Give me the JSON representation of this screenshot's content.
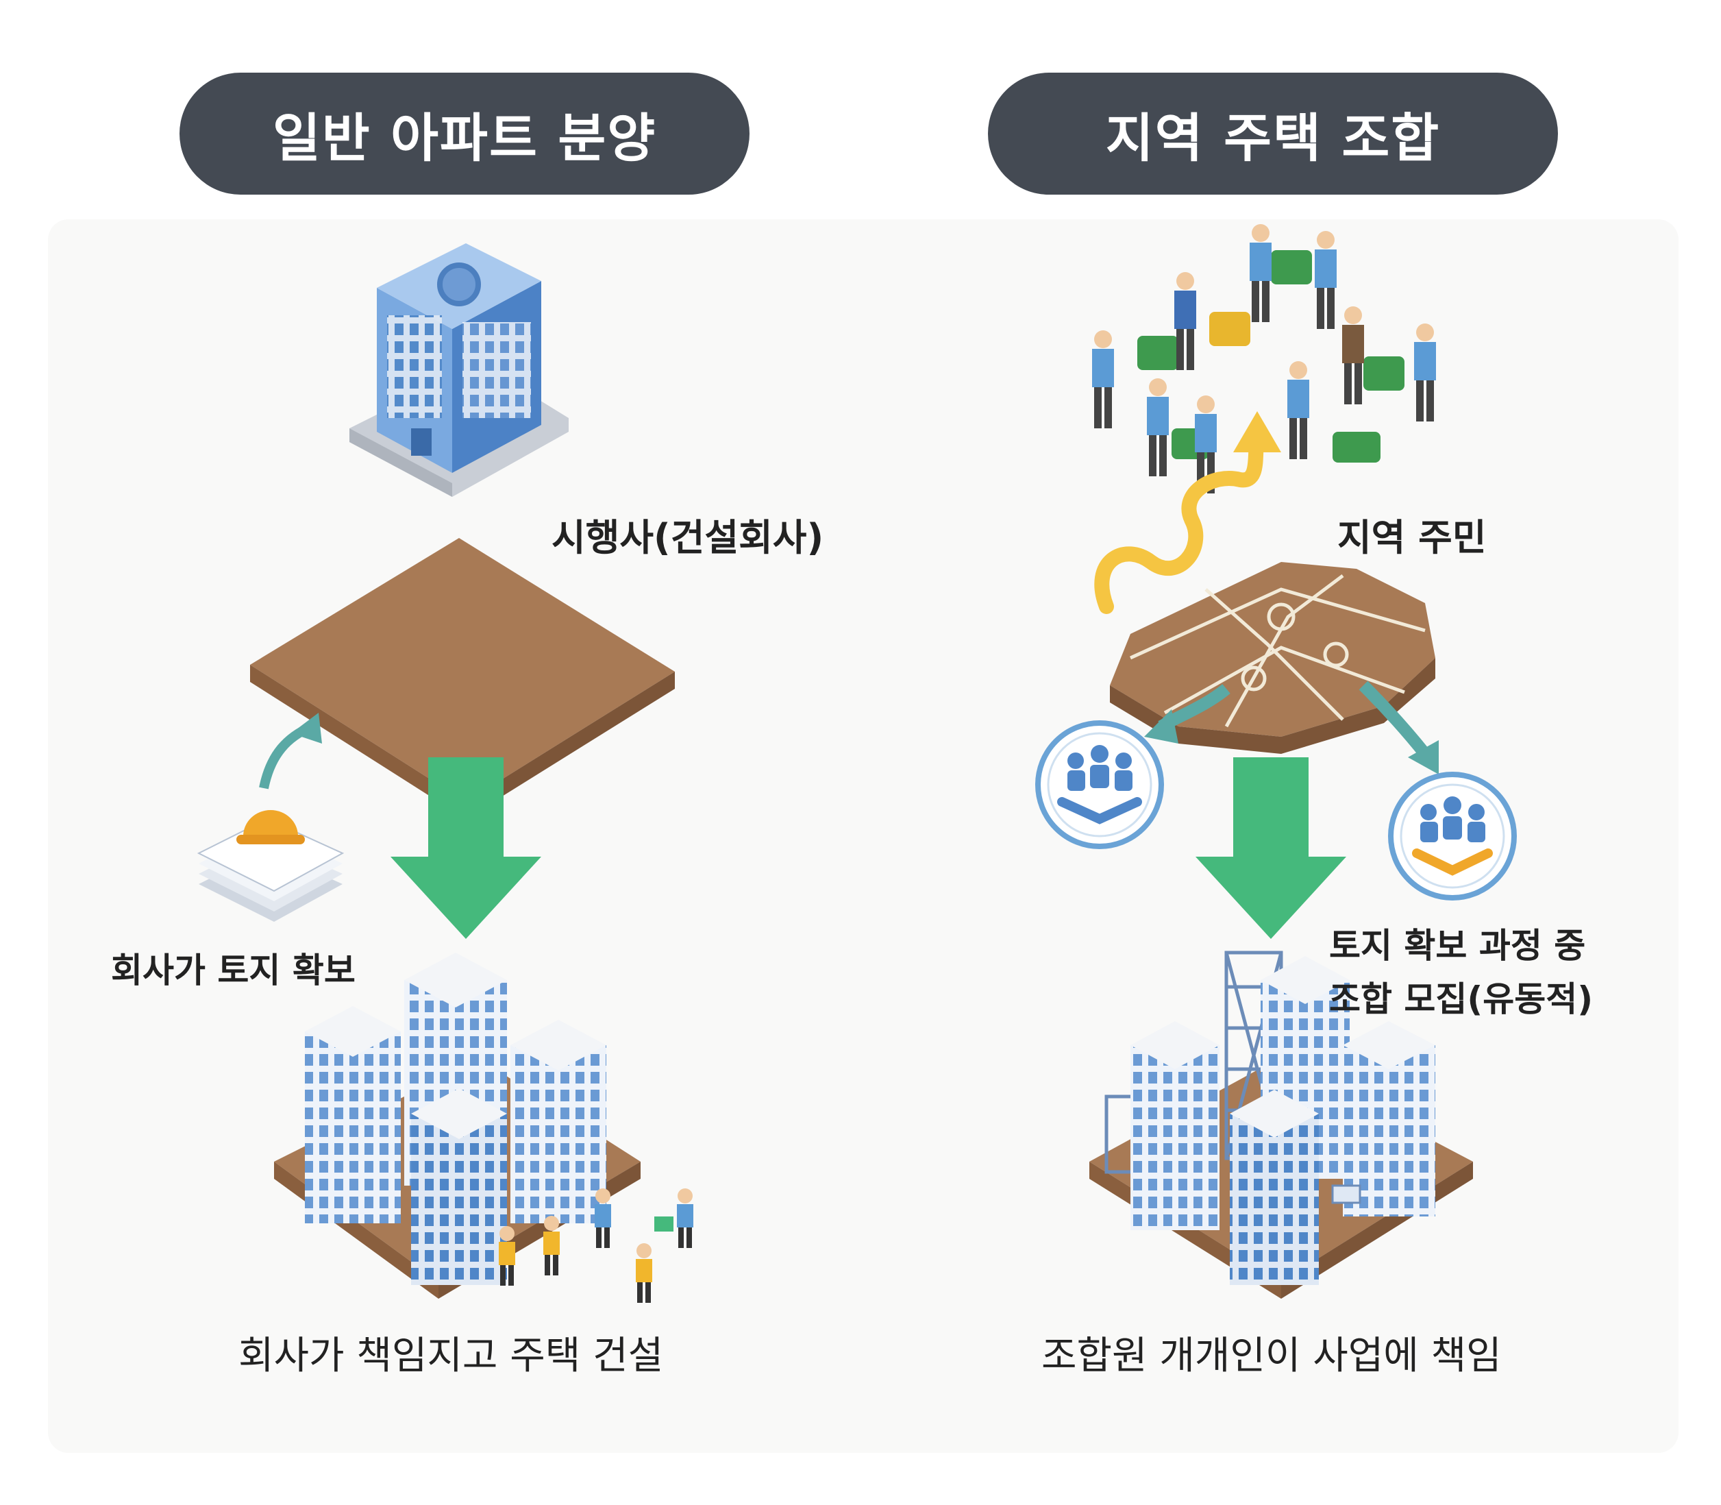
{
  "left": {
    "title": "일반 아파트 분양",
    "developer_label": "시행사(건설회사)",
    "land_label": "회사가 토지 확보",
    "result_label": "회사가 책임지고 주택 건설"
  },
  "right": {
    "title": "지역 주택 조합",
    "residents_label": "지역 주민",
    "recruit_label_line1": "토지 확보 과정 중",
    "recruit_label_line2": "조합 모집(유동적)",
    "result_label": "조합원 개개인이 사업에 책임"
  },
  "colors": {
    "pill": "#444a53",
    "arrow_green": "#45b97c",
    "land_brown": "#a87a55",
    "land_brown_dark": "#7c5538",
    "building_blue": "#5b95d6",
    "teal_arrow": "#5aa9a5",
    "yellow_arrow": "#f5c542",
    "puzzle_green": "#3e9a4e",
    "puzzle_yellow": "#e8b62e"
  }
}
